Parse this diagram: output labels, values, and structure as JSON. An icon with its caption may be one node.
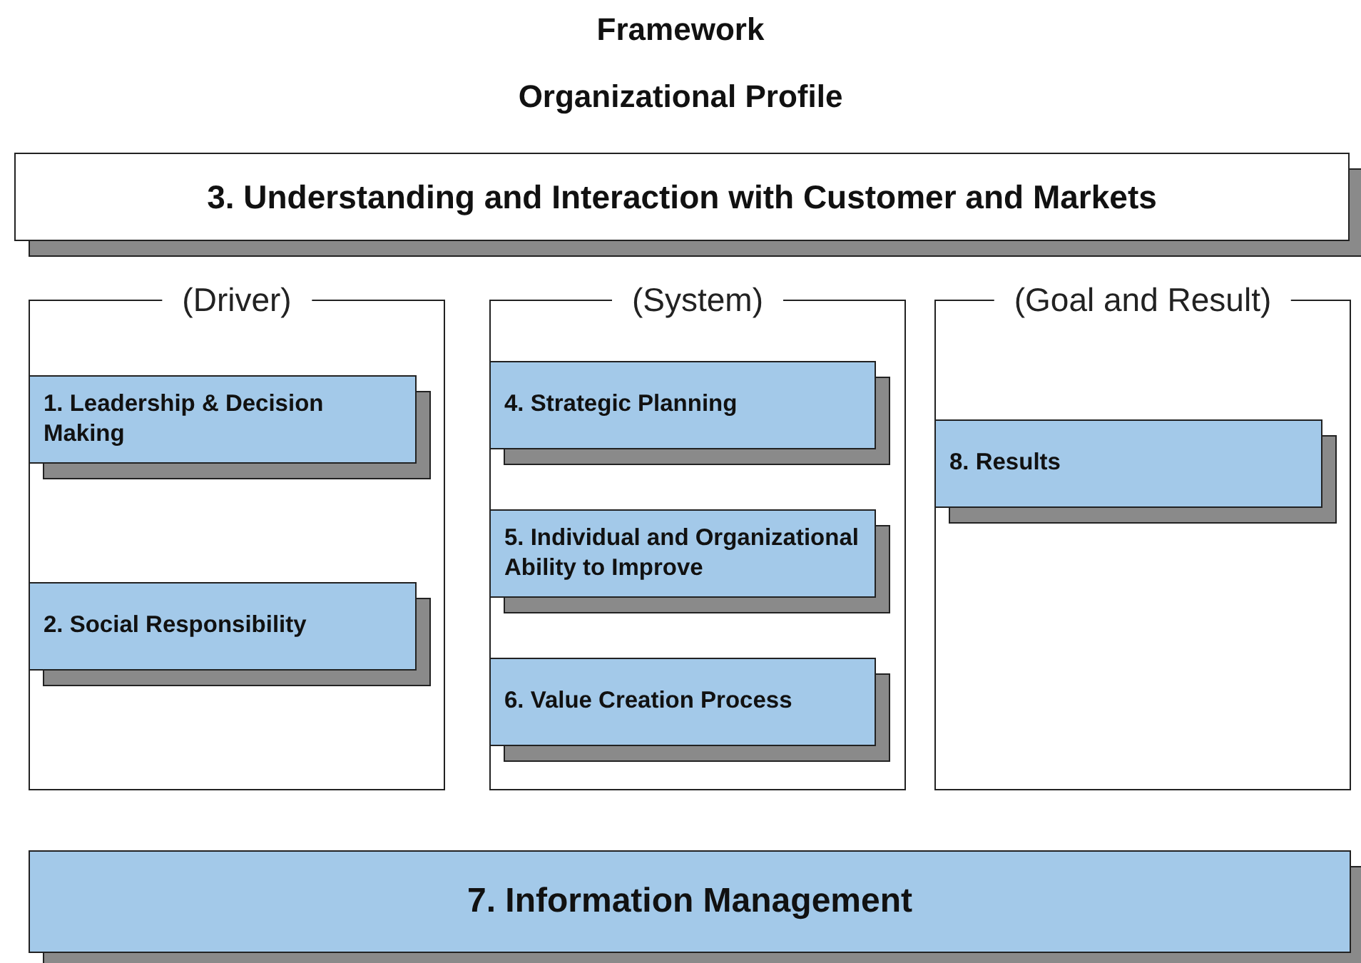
{
  "diagram": {
    "title": "Framework",
    "nodes": [
      {
        "text": [
          "3. Understanding and Interaction with Customer and Markets"
        ]
      },
      {
        "text": [
          "(Driver)"
        ]
      },
      {
        "text": [
          "1. Leadership & Decision Making"
        ],
        "in": 1
      },
      {
        "text": [
          "2. Social Responsibility"
        ],
        "in": 1
      },
      {
        "text": [
          "(System)"
        ]
      },
      {
        "text": [
          "4. Strategic Planning"
        ],
        "in": 4
      },
      {
        "text": [
          "5. Individual and Organizational Ability to Improve"
        ],
        "in": 4
      },
      {
        "text": [
          "6. Value Creation Process"
        ],
        "in": 4
      },
      {
        "text": [
          "(Goal and Result)"
        ]
      },
      {
        "text": [
          "8. Results"
        ],
        "in": 8
      },
      {
        "text": [
          "7. Information Management"
        ]
      }
    ],
    "labels": [
      "Organizational Profile"
    ]
  }
}
